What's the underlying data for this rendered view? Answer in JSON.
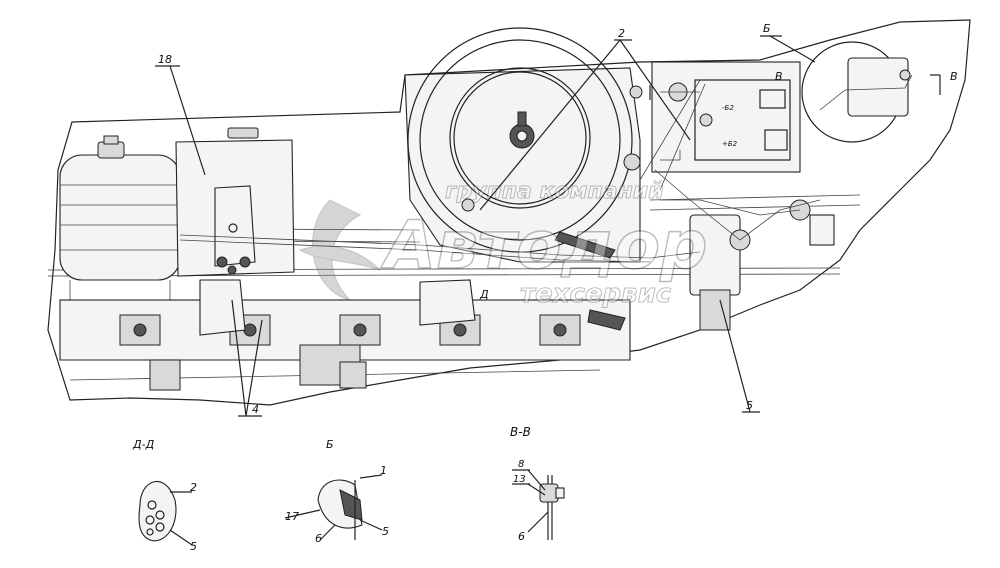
{
  "callouts": {
    "c18": "18",
    "c2": "2",
    "c4": "4",
    "c5": "5",
    "b_top": "Б",
    "v_top_left": "В",
    "v_top_right": "В",
    "d_mid": "Д"
  },
  "section_titles": {
    "dd": "Д-Д",
    "b": "Б",
    "vv": "В-В"
  },
  "detail_dd": {
    "c2": "2",
    "c5": "5"
  },
  "detail_b": {
    "c1": "1",
    "c17": "17",
    "c6": "6",
    "c5": "5"
  },
  "detail_vv": {
    "c8": "8",
    "c13": "13",
    "c6": "6"
  },
  "watermark": {
    "line1": "группа компаний",
    "line2": "Автодор",
    "line3": "техсервис"
  },
  "relay_labels": {
    "top": "-Б2",
    "bottom": "+Б2"
  }
}
